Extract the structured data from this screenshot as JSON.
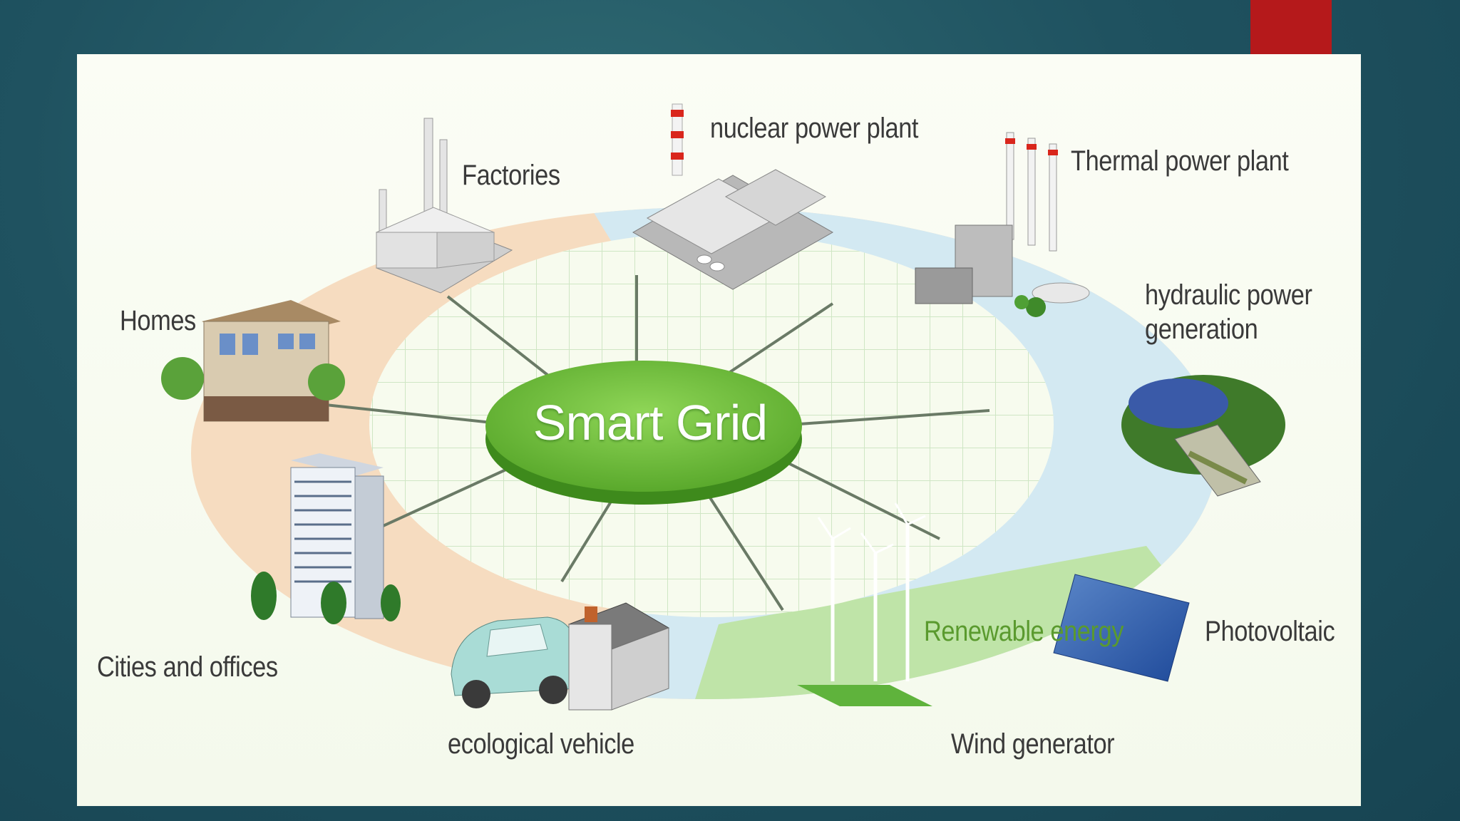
{
  "diagram": {
    "center": "Smart Grid",
    "labels": {
      "nuclear": "nuclear power plant",
      "thermal": "Thermal power plant",
      "factories": "Factories",
      "homes": "Homes",
      "hydraulic_line1": "hydraulic power",
      "hydraulic_line2": "generation",
      "cities": "Cities and offices",
      "renewable": "Renewable energy",
      "photovoltaic": "Photovoltaic",
      "vehicle": "ecological vehicle",
      "wind": "Wind generator"
    }
  },
  "colors": {
    "background": "#1f5260",
    "accent": "#b5191b",
    "hub": "#6cbf3a",
    "consumer_zone": "#f6dcc0",
    "supply_zone": "#d3e9f2"
  }
}
